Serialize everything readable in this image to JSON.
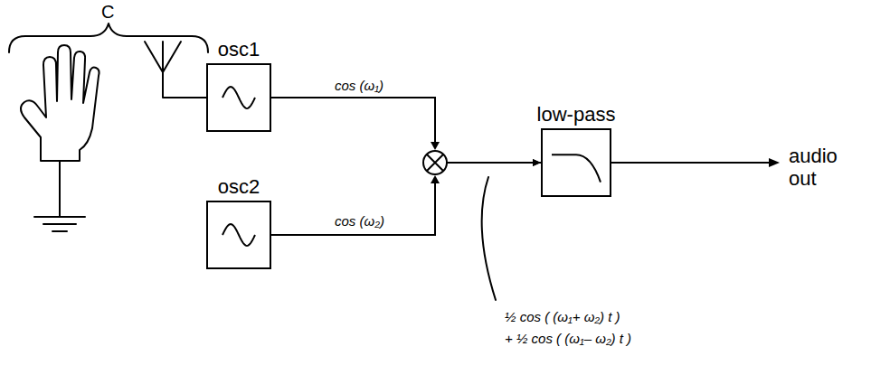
{
  "diagram": {
    "nodes": [
      {
        "text": [
          "osc1"
        ]
      },
      {
        "text": [
          "osc2"
        ]
      },
      {
        "text": [
          "low-pass"
        ]
      }
    ],
    "edges": [
      {
        "from": 0,
        "to": 2,
        "arrow": "to"
      },
      {
        "from": 1,
        "to": 2,
        "arrow": "to"
      }
    ],
    "labels": [
      "C",
      "cos (ω₁)",
      "cos (ω₂)",
      "½ cos ( (ω₁+ ω₂) t )",
      "+ ½ cos ( (ω₁– ω₂) t )",
      "audio out"
    ]
  }
}
